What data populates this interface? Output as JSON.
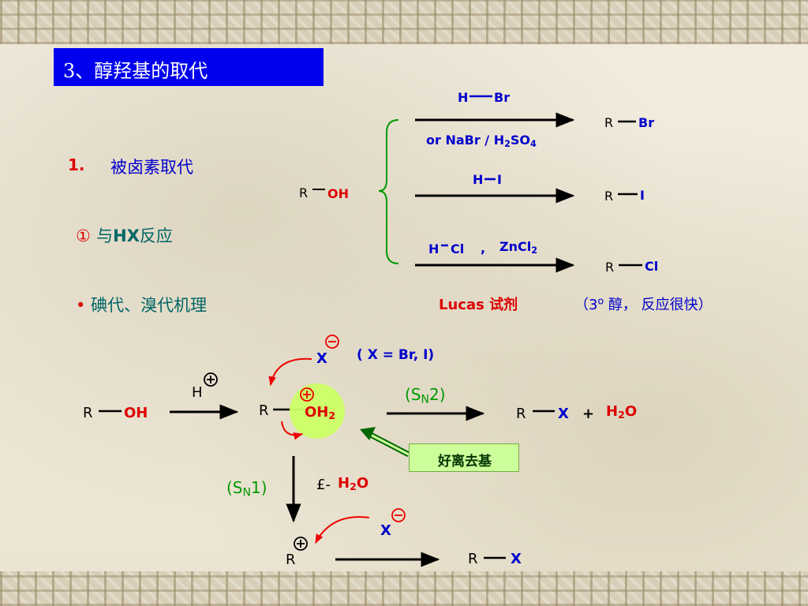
{
  "slide": {
    "title": "3、醇羟基的取代",
    "section": {
      "number": "1.",
      "label": "被卤素取代"
    },
    "subsection": {
      "marker": "①",
      "prefix": "与",
      "bold": "HX",
      "suffix": "反应"
    },
    "bullet": {
      "marker": "•",
      "text": "碘代、溴代机理"
    }
  },
  "scheme_top": {
    "reactant": {
      "r": "R",
      "group": "OH"
    },
    "reactions": [
      {
        "reagent_above_a": "H",
        "reagent_above_b": "Br",
        "reagent_below": "or NaBr / H",
        "below_sub1": "2",
        "below_mid": "SO",
        "below_sub2": "4",
        "product_r": "R",
        "product_x": "Br"
      },
      {
        "reagent_above_a": "H",
        "reagent_above_b": "I",
        "product_r": "R",
        "product_x": "I"
      },
      {
        "reagent_above_a": "H",
        "reagent_above_b": "Cl",
        "comma": ",",
        "catalyst": "ZnCl",
        "catalyst_sub": "2",
        "product_r": "R",
        "product_x": "Cl"
      }
    ],
    "lucas": "Lucas 试剂",
    "note_open": "（3",
    "note_sup": "o",
    "note_rest": " 醇， 反应很快）"
  },
  "mechanism": {
    "r_oh": {
      "r": "R",
      "oh": "OH"
    },
    "proton": "H",
    "proton_charge": "+",
    "halide": "X",
    "halide_charge": "−",
    "x_def": "( X = Br, I)",
    "oxonium": {
      "r": "R",
      "oh": "OH",
      "sub": "2",
      "charge": "+"
    },
    "sn2": {
      "open": "(S",
      "sub": "N",
      "close": "2)"
    },
    "product": {
      "r": "R",
      "x": "X",
      "plus": "+",
      "water": "H",
      "water_sub": "2",
      "water_o": "O"
    },
    "leaving_group": "好离去基",
    "sn1": {
      "open": "(S",
      "sub": "N",
      "close": "1)"
    },
    "minus_water": {
      "sign": "£-",
      "water": "H",
      "water_sub": "2",
      "water_o": "O"
    },
    "halide2": "X",
    "halide2_charge": "−",
    "carbocation": {
      "r": "R",
      "charge": "+"
    },
    "product2": {
      "r": "R",
      "x": "X"
    }
  },
  "colors": {
    "title_bg": "#0000ee",
    "accent_red": "#dd0000",
    "accent_blue": "#0000cc",
    "accent_green": "#009900",
    "highlight": "#ccff66"
  }
}
